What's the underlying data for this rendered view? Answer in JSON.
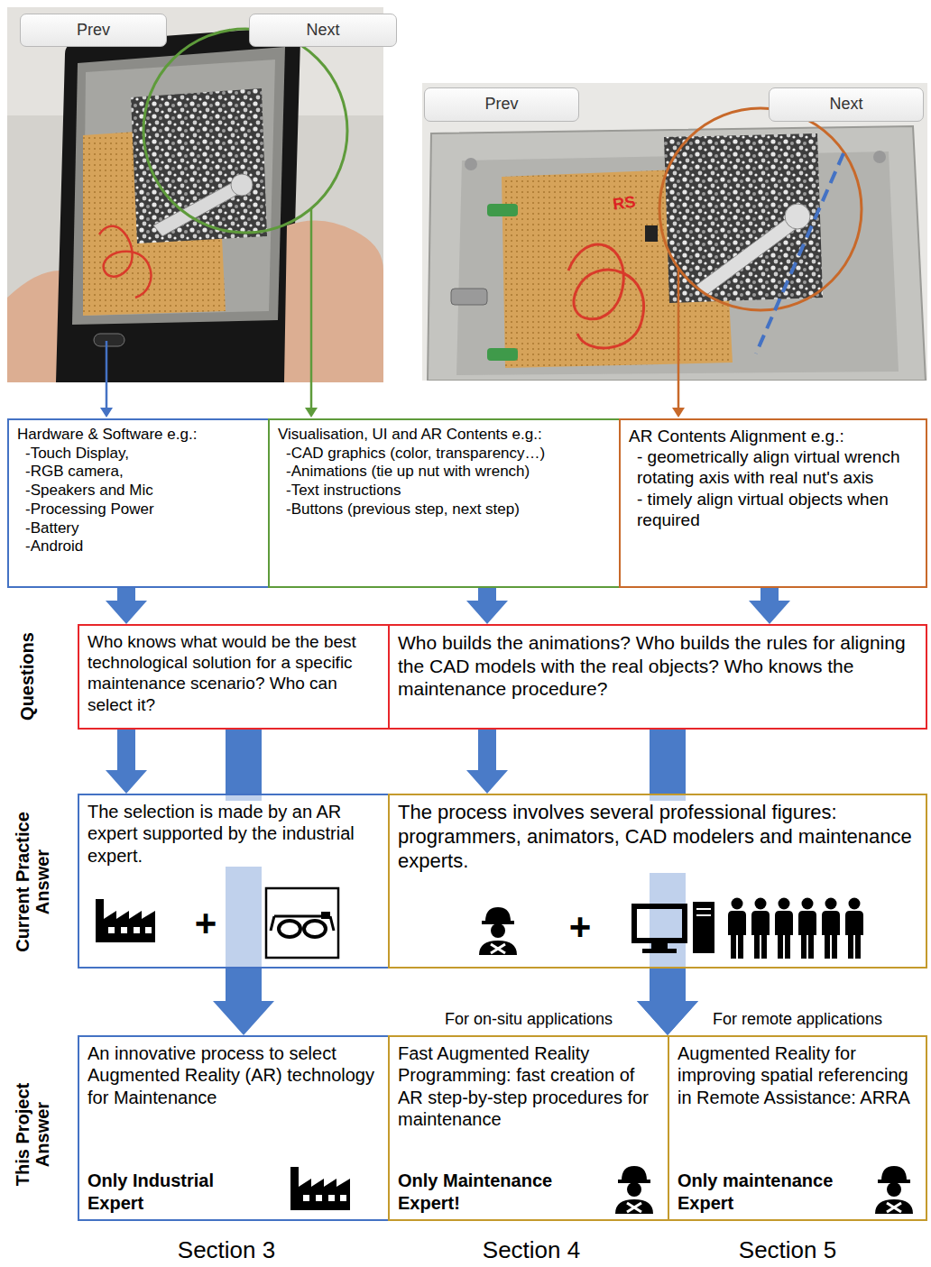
{
  "diagram": {
    "nodes": [
      {
        "text": [
          "Prev"
        ]
      },
      {
        "text": [
          "Next"
        ]
      },
      {
        "text": [
          "Prev"
        ]
      },
      {
        "text": [
          "Next"
        ]
      },
      {
        "text": [
          "Hardware & Software e.g.:",
          "-Touch Display,",
          "-RGB camera,",
          "-Speakers and Mic",
          "-Processing Power",
          "-Battery",
          "-Android"
        ]
      },
      {
        "text": [
          "Visualisation, UI and AR Contents e.g.:",
          "-CAD graphics (color, transparency…)",
          "-Animations (tie up nut with wrench)",
          "-Text instructions",
          "-Buttons (previous step, next step)"
        ]
      },
      {
        "text": [
          "AR Contents Alignment e.g.:",
          "- geometrically align virtual wrench rotating axis with real nut's axis",
          "- timely align virtual objects when required"
        ]
      },
      {
        "text": [
          "Who knows what would be the best technological solution for a specific maintenance scenario? Who can select it?"
        ]
      },
      {
        "text": [
          "Who builds the animations? Who builds the rules for aligning the CAD models with the real objects? Who knows the maintenance procedure?"
        ]
      },
      {
        "text": [
          "The selection is made by an AR expert supported by the industrial expert."
        ]
      },
      {
        "text": [
          "The process involves several professional figures: programmers, animators, CAD modelers and maintenance experts."
        ]
      },
      {
        "text": [
          "An innovative process to select Augmented Reality (AR) technology for Maintenance",
          "Only Industrial Expert"
        ]
      },
      {
        "text": [
          "For on-situ applications",
          "Fast Augmented Reality Programming: fast creation of AR step-by-step procedures for maintenance",
          "Only Maintenance Expert!"
        ]
      },
      {
        "text": [
          "For remote applications",
          "Augmented Reality for improving spatial referencing in Remote Assistance: ARRA",
          "Only maintenance Expert"
        ]
      }
    ],
    "edges": [
      {
        "from": 4,
        "to": 7,
        "arrow": "to"
      },
      {
        "from": 5,
        "to": 8,
        "arrow": "to"
      },
      {
        "from": 6,
        "to": 8,
        "arrow": "to"
      },
      {
        "from": 7,
        "to": 9,
        "arrow": "to"
      },
      {
        "from": 7,
        "to": 11,
        "arrow": "to"
      },
      {
        "from": 8,
        "to": 10,
        "arrow": "to"
      },
      {
        "from": 8,
        "to": 12,
        "arrow": "to"
      },
      {
        "from": 8,
        "to": 13,
        "arrow": "to"
      }
    ],
    "labels": [
      "RS",
      "Questions",
      "Current Practice Answer",
      "This Project Answer",
      "+",
      "+",
      "Section 3",
      "Section 4",
      "Section 5"
    ]
  }
}
